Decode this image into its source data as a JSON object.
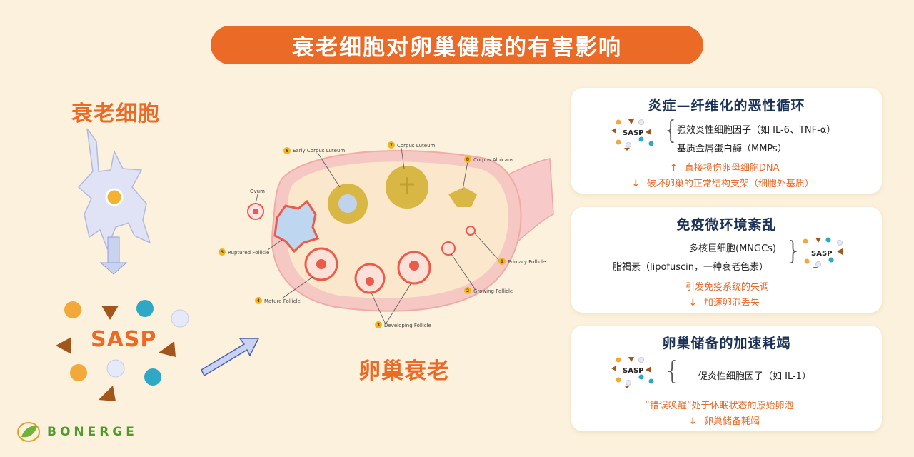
{
  "title": "衰老细胞对卵巢健康的有害影响",
  "left": {
    "cell_title": "衰老细胞",
    "sasp_label": "SASP"
  },
  "ovary": {
    "title": "卵巢衰老",
    "labels": {
      "early_corpus_luteum": "Early Corpus Luteum",
      "corpus_luteum": "Corpus Luteum",
      "corpus_albicans": "Corpus Albicans",
      "ovum": "Ovum",
      "ruptured_follicle": "Ruptured Follicle",
      "mature_follicle": "Mature Follicle",
      "developing_follicle": "Developing Follicle",
      "growing_follicle": "Growing Follicle",
      "primary_follicle": "Primary Follicle"
    },
    "numbers": {
      "n1": "1",
      "n2": "2",
      "n3": "3",
      "n4": "4",
      "n5": "5",
      "n6": "6",
      "n7": "7",
      "n8": "8"
    }
  },
  "cards": [
    {
      "title": "炎症—纤维化的恶性循环",
      "sasp": "SASP",
      "line1": "强效炎性细胞因子（如 IL-6、TNF-α）",
      "line2": "基质金属蛋白酶（MMPs）",
      "effect1": "直接损伤卵母细胞DNA",
      "effect2": "破坏卵巢的正常结构支架（细胞外基质）"
    },
    {
      "title": "免疫微环境紊乱",
      "sasp": "SASP",
      "line1": "多核巨细胞(MNGCs)",
      "line2": "脂褐素（lipofuscin，一种衰老色素）",
      "effect1": "引发免疫系统的失调",
      "effect2": "加速卵泡丢失"
    },
    {
      "title": "卵巢储备的加速耗竭",
      "sasp": "SASP",
      "line1": "促炎性细胞因子（如 IL-1）",
      "effect1": "“错误唤醒”处于休眠状态的原始卵泡",
      "effect2": "卵巢储备耗竭"
    }
  ],
  "logo": {
    "text": "BONERGE"
  },
  "icons": {
    "up_arrow": "↑",
    "down_arrow": "↓"
  },
  "colors": {
    "accent": "#ea6a26",
    "background": "#fbf1dc",
    "card_title": "#1a3158",
    "logo": "#4f9a2a"
  }
}
